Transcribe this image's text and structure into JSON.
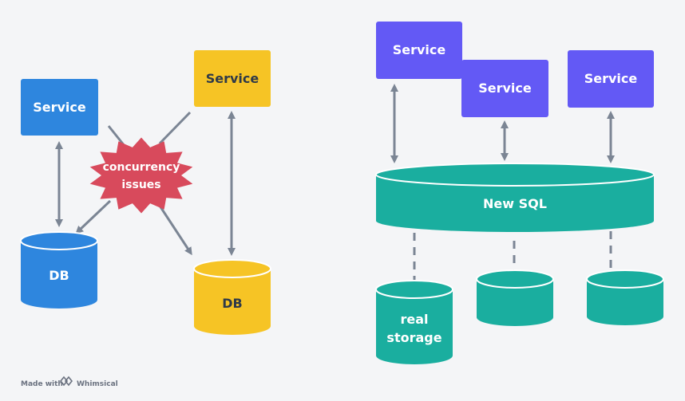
{
  "left": {
    "service_blue": {
      "label": "Service",
      "color": "#2e86de"
    },
    "service_yellow": {
      "label": "Service",
      "color": "#f6c425"
    },
    "db_blue": {
      "label": "DB",
      "color": "#2e86de"
    },
    "db_yellow": {
      "label": "DB",
      "color": "#f6c425"
    },
    "burst": {
      "line1": "concurrency",
      "line2": "issues",
      "color": "#d84a5c"
    }
  },
  "right": {
    "services": [
      {
        "label": "Service",
        "color": "#6359f5"
      },
      {
        "label": "Service",
        "color": "#6359f5"
      },
      {
        "label": "Service",
        "color": "#6359f5"
      }
    ],
    "newsql": {
      "label": "New SQL",
      "color": "#1aae9f"
    },
    "storage": {
      "line1": "real",
      "line2": "storage"
    }
  },
  "colors": {
    "arrow": "#7b8594",
    "text_dark": "#2f3a48",
    "text_light": "#ffffff",
    "background": "#f4f5f7"
  },
  "footer": {
    "made_with": "Made with",
    "brand": "Whimsical"
  }
}
